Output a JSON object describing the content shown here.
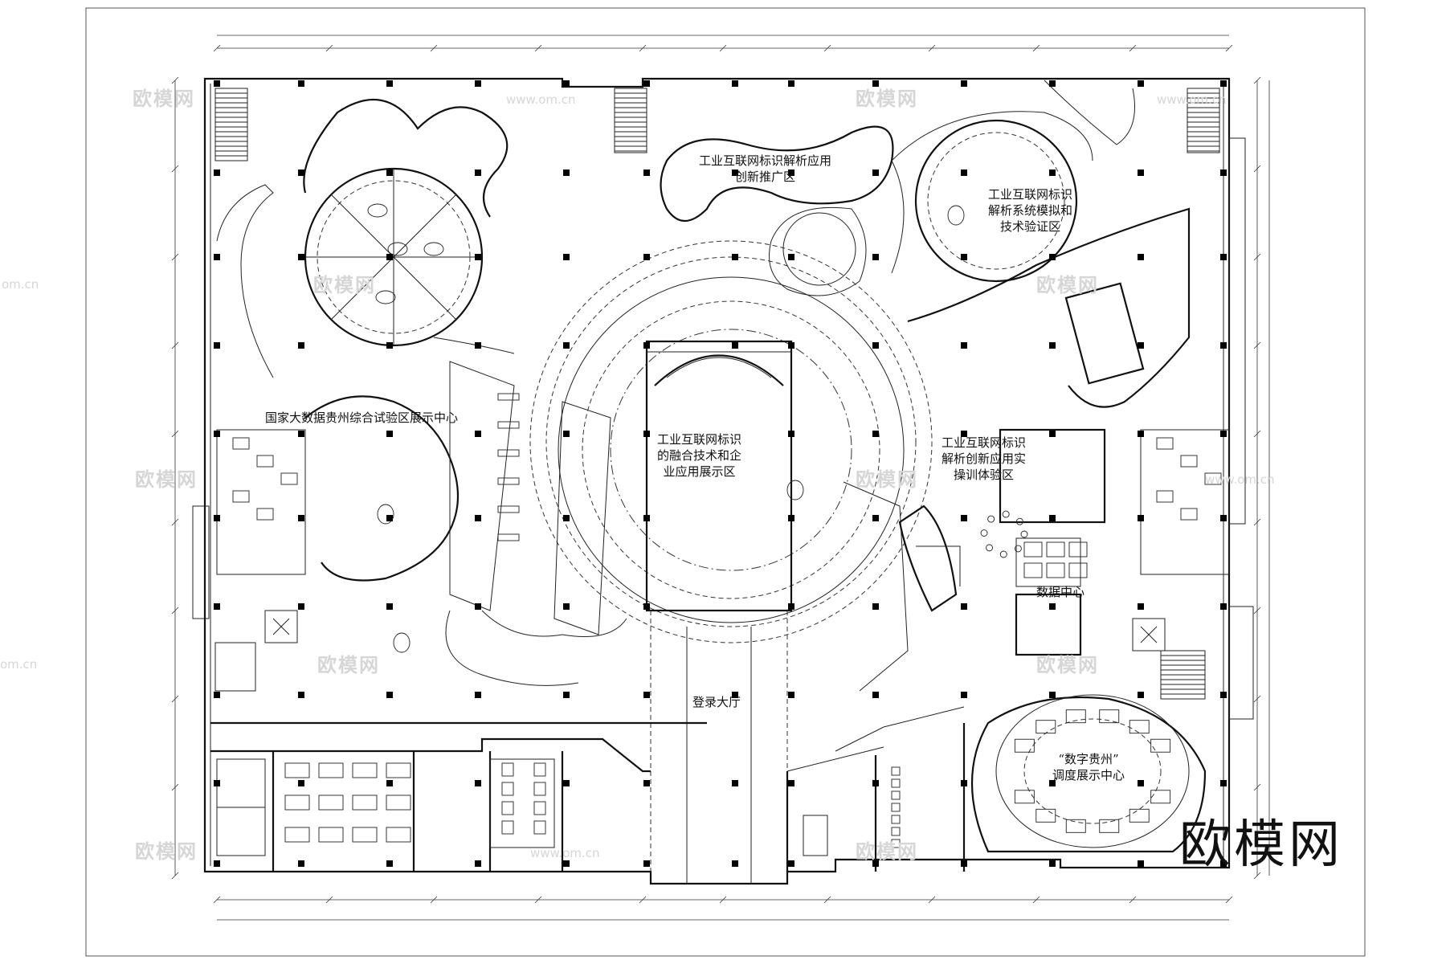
{
  "zones": [
    {
      "id": "identifier-app-promo",
      "text": "工业互联网标识解析应用\n创新推广区"
    },
    {
      "id": "identifier-sim-verify",
      "text": "工业互联网标识\n解析系统模拟和\n技术验证区"
    },
    {
      "id": "bigdata-guizhou",
      "text": "国家大数据贵州综合试验区展示中心"
    },
    {
      "id": "fusion-tech",
      "text": "工业互联网标识\n的融合技术和企\n业应用展示区"
    },
    {
      "id": "identifier-training",
      "text": "工业互联网标识\n解析创新应用实\n操训体验区"
    },
    {
      "id": "data-center",
      "text": "数据中心"
    },
    {
      "id": "lobby",
      "text": "登录大厅"
    },
    {
      "id": "digital-guizhou",
      "text": "“数字贵州”\n调度展示中心"
    }
  ],
  "watermarks": {
    "brand": "欧模网",
    "url": "www.om.cn",
    "url_short": "om.cn"
  },
  "brand_mark": "欧模网",
  "colors": {
    "line": "#111111",
    "thin": "#444444",
    "watermark": "#d6d6d6",
    "background": "#ffffff"
  }
}
